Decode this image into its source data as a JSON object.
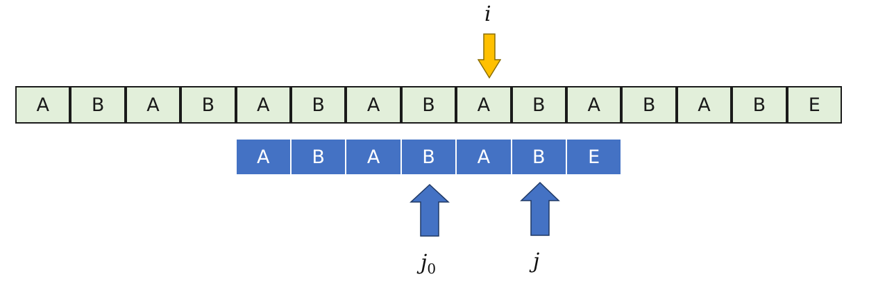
{
  "text_row": [
    "A",
    "B",
    "A",
    "B",
    "A",
    "B",
    "A",
    "B",
    "A",
    "B",
    "A",
    "B",
    "A",
    "B",
    "E"
  ],
  "pattern_row": [
    "A",
    "B",
    "A",
    "B",
    "A",
    "B",
    "E"
  ],
  "pointers": {
    "i": {
      "label": "i"
    },
    "j0": {
      "label": "j",
      "subscript": "0"
    },
    "j": {
      "label": "j"
    }
  },
  "colors": {
    "text_cell_fill": "#e2efda",
    "pattern_cell_fill": "#4472c4",
    "i_arrow_fill": "#ffc000",
    "j_arrow_fill": "#4472c4"
  }
}
